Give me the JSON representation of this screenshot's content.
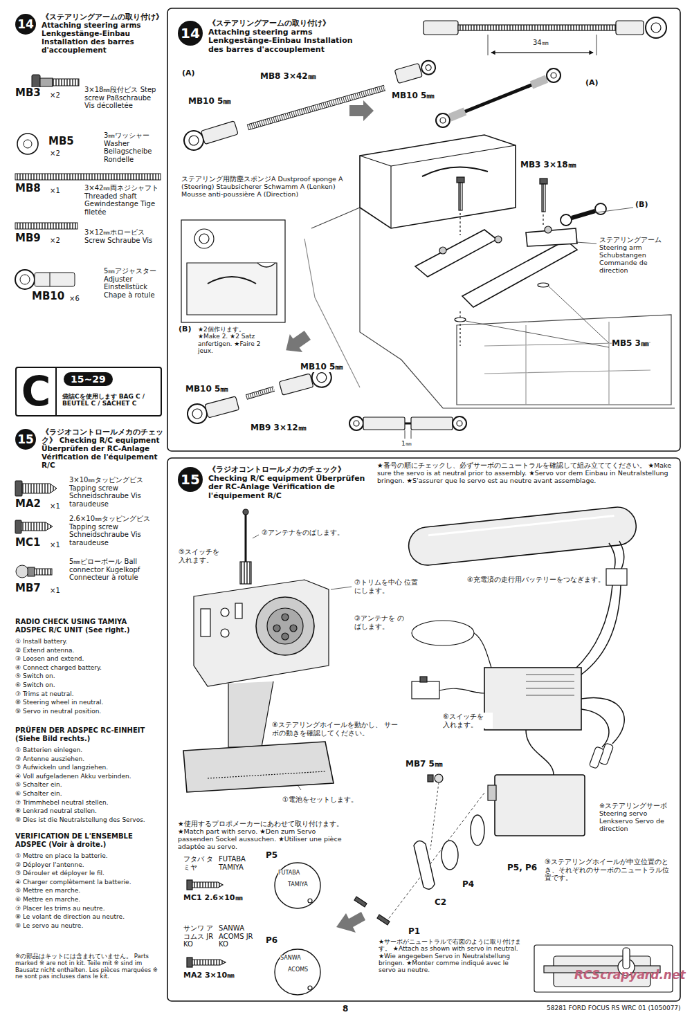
{
  "diagram": {
    "nodes": [
      {
        "text": [
          "14",
          "《ステアリングアームの取り付け》 Attaching steering arms Lenkgestänge-Einbau Installation des barres d'accouplement"
        ]
      },
      {
        "text": [
          "C",
          "袋詰Cを使用します BAG C / BEUTEL C / SACHET C"
        ]
      },
      {
        "text": [
          "15~29"
        ],
        "in": 1
      },
      {
        "text": [
          "15",
          "《ラジオコントロールメカのチェック》 Checking R/C equipment Überprüfen der RC-Anlage Vérification de l'équipement R/C"
        ]
      },
      {
        "text": [
          "14",
          "《ステアリングアームの取り付け》 Attaching steering arms Lenkgestänge-Einbau Installation des barres d'accouplement"
        ]
      },
      {
        "text": [
          "15",
          "《ラジオコントロールメカのチェック》 Checking R/C equipment Überprüfen der RC-Anlage Vérification de l'équipement R/C"
        ]
      }
    ],
    "labels": [
      "MB3",
      "×2",
      "3×18㎜段付ビス Step screw Paßschraube Vis décolletée",
      "MB5",
      "×2",
      "3㎜ワッシャー Washer Beilagscheibe Rondelle",
      "MB8",
      "×1",
      "3×42㎜両ネジシャフト Threaded shaft Gewindestange Tige filetée",
      "MB9",
      "×2",
      "3×12㎜ホロービス Screw Schraube Vis",
      "MB10",
      "×6",
      "5㎜アジャスター Adjuster Einstellstück Chape à rotule",
      "MA2",
      "×1",
      "3×10㎜タッピングビス Tapping screw Schneidschraube Vis taraudeuse",
      "MC1",
      "×1",
      "2.6×10㎜タッピングビス Tapping screw Schneidschraube Vis taraudeuse",
      "MB7",
      "×1",
      "5㎜ピローボール Ball connector Kugelkopf Connecteur à rotule",
      "RADIO CHECK USING TAMIYA ADSPEC R/C UNIT (See right.)",
      "① Install battery.",
      "② Extend antenna.",
      "③ Loosen and extend.",
      "④ Connect charged battery.",
      "⑤ Switch on.",
      "⑥ Switch on.",
      "⑦ Trims at neutral.",
      "⑧ Steering wheel in neutral.",
      "⑨ Servo in neutral position.",
      "PRÜFEN DER ADSPEC RC-EINHEIT (Siehe Bild rechts.)",
      "① Batterien einlegen.",
      "② Antenne ausziehen.",
      "③ Aufwickeln und langziehen.",
      "④ Voll aufgeladenen Akku verbinden.",
      "⑤ Schalter ein.",
      "⑥ Schalter ein.",
      "⑦ Trimmhebel neutral stellen.",
      "⑧ Lenkrad neutral stellen.",
      "⑨ Dies ist die Neutralstellung des Servos.",
      "VERIFICATION DE L'ENSEMBLE ADSPEC (Voir à droite.)",
      "① Mettre en place la batterie.",
      "② Déployer l'antenne.",
      "③ Dérouler et déployer le fil.",
      "④ Charger complètement la batterie.",
      "⑤ Mettre en marche.",
      "⑥ Mettre en marche.",
      "⑦ Placer les trims au neutre.",
      "⑧ Le volant de direction au neutre.",
      "⑨ Le servo au neutre.",
      "※の部品はキットには含まれていません。 Parts marked ※ are not in kit. Teile mit ※ sind im Bausatz nicht enthalten. Les pièces marquées ※ ne sont pas incluses dans le kit.",
      "(A)",
      "MB8 3×42㎜",
      "MB10 5㎜",
      "MB10 5㎜",
      "34㎜",
      "(A)",
      "MB3 3×18㎜",
      "(B)",
      "ステアリングアーム Steering arm Schubstangen Commande de direction",
      "ステアリング用防塵スポンジA Dustproof sponge A (Steering) Staubsicherer Schwamm A (Lenken) Mousse anti-poussière A (Direction)",
      "MB5 3㎜",
      "(B)",
      "★2個作ります。 ★Make 2. ★2 Satz anfertigen. ★Faire 2 jeux.",
      "MB10 5㎜",
      "MB10 5㎜",
      "MB9 3×12㎜",
      "1㎜",
      "★番号の順にチェックし、必ずサーボのニュートラルを確認して組み立ててください。 ★Make sure the servo is at neutral prior to assembly. ★Servo vor dem Einbau in Neutralstellung bringen. ★S'assurer que le servo est au neutre avant assemblage.",
      "②アンテナをのばします。",
      "⑤スイッチを 入れます。",
      "⑦トリムを中心 位置にします。",
      "④充電済の走行用バッテリーをつなぎます。",
      "③アンテナを のばします。",
      "⑧ステアリングホイールを動かし、 サーボの動きを確認してください。",
      "⑥スイッチを 入れます。",
      "①電池をセットします。",
      "MB7 5㎜",
      "※ステアリングサーボ Steering servo Lenkservo Servo de direction",
      "P5, P6",
      "P4",
      "C2",
      "P1",
      "⑨ステアリングホイールが中立位置のとき、それぞれのサーボのニュートラル位置です。",
      "★使用するプロポメーカーにあわせて取り付けます。 ★Match part with servo. ★Den zum Servo passenden Sockel aussuchen. ★Utiliser une pièce adaptée au servo.",
      "フタバ タミヤ",
      "FUTABA TAMIYA",
      "MC1 2.6×10㎜",
      "P5",
      "FUTABA",
      "TAMIYA",
      "サンワ アコムス JR KO",
      "SANWA ACOMS JR KO",
      "P6",
      "SANWA",
      "ACOMS",
      "MA2 3×10㎜",
      "★サーボがニュートラルで右図のように取り付けます。 ★Attach as shown with servo in neutral. ★Wie angegeben Servo in Neutralstellung bringen. ★Monter comme indiqué avec le servo au neutre.",
      "RCScrapyard.net",
      "58281 FORD FOCUS RS WRC 01 (1050077)",
      "8"
    ]
  }
}
